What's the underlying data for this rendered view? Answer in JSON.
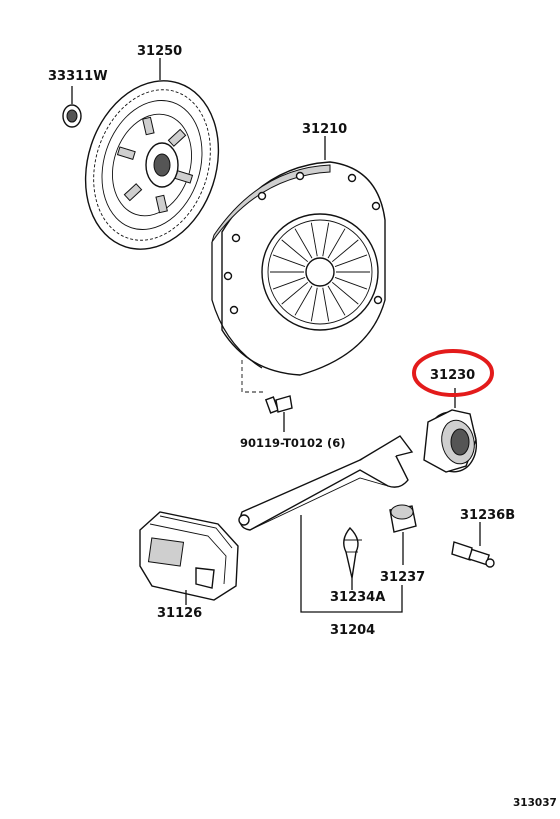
{
  "parts": {
    "pilot_bearing": {
      "number": "33311W"
    },
    "clutch_disc": {
      "number": "31250"
    },
    "clutch_cover": {
      "number": "31210"
    },
    "release_bearing": {
      "number": "31230"
    },
    "cover_bolt": {
      "number": "90119-T0102 (6)"
    },
    "release_fork_boot": {
      "number": "31126"
    },
    "fork_clip": {
      "number": "31234A"
    },
    "release_fork_assy": {
      "number": "31204"
    },
    "fork_pivot_boot": {
      "number": "31237"
    },
    "pivot_stud": {
      "number": "31236B"
    }
  },
  "highlight": {
    "target": "31230",
    "color": "#e31b1b"
  },
  "figure_id": "313037"
}
